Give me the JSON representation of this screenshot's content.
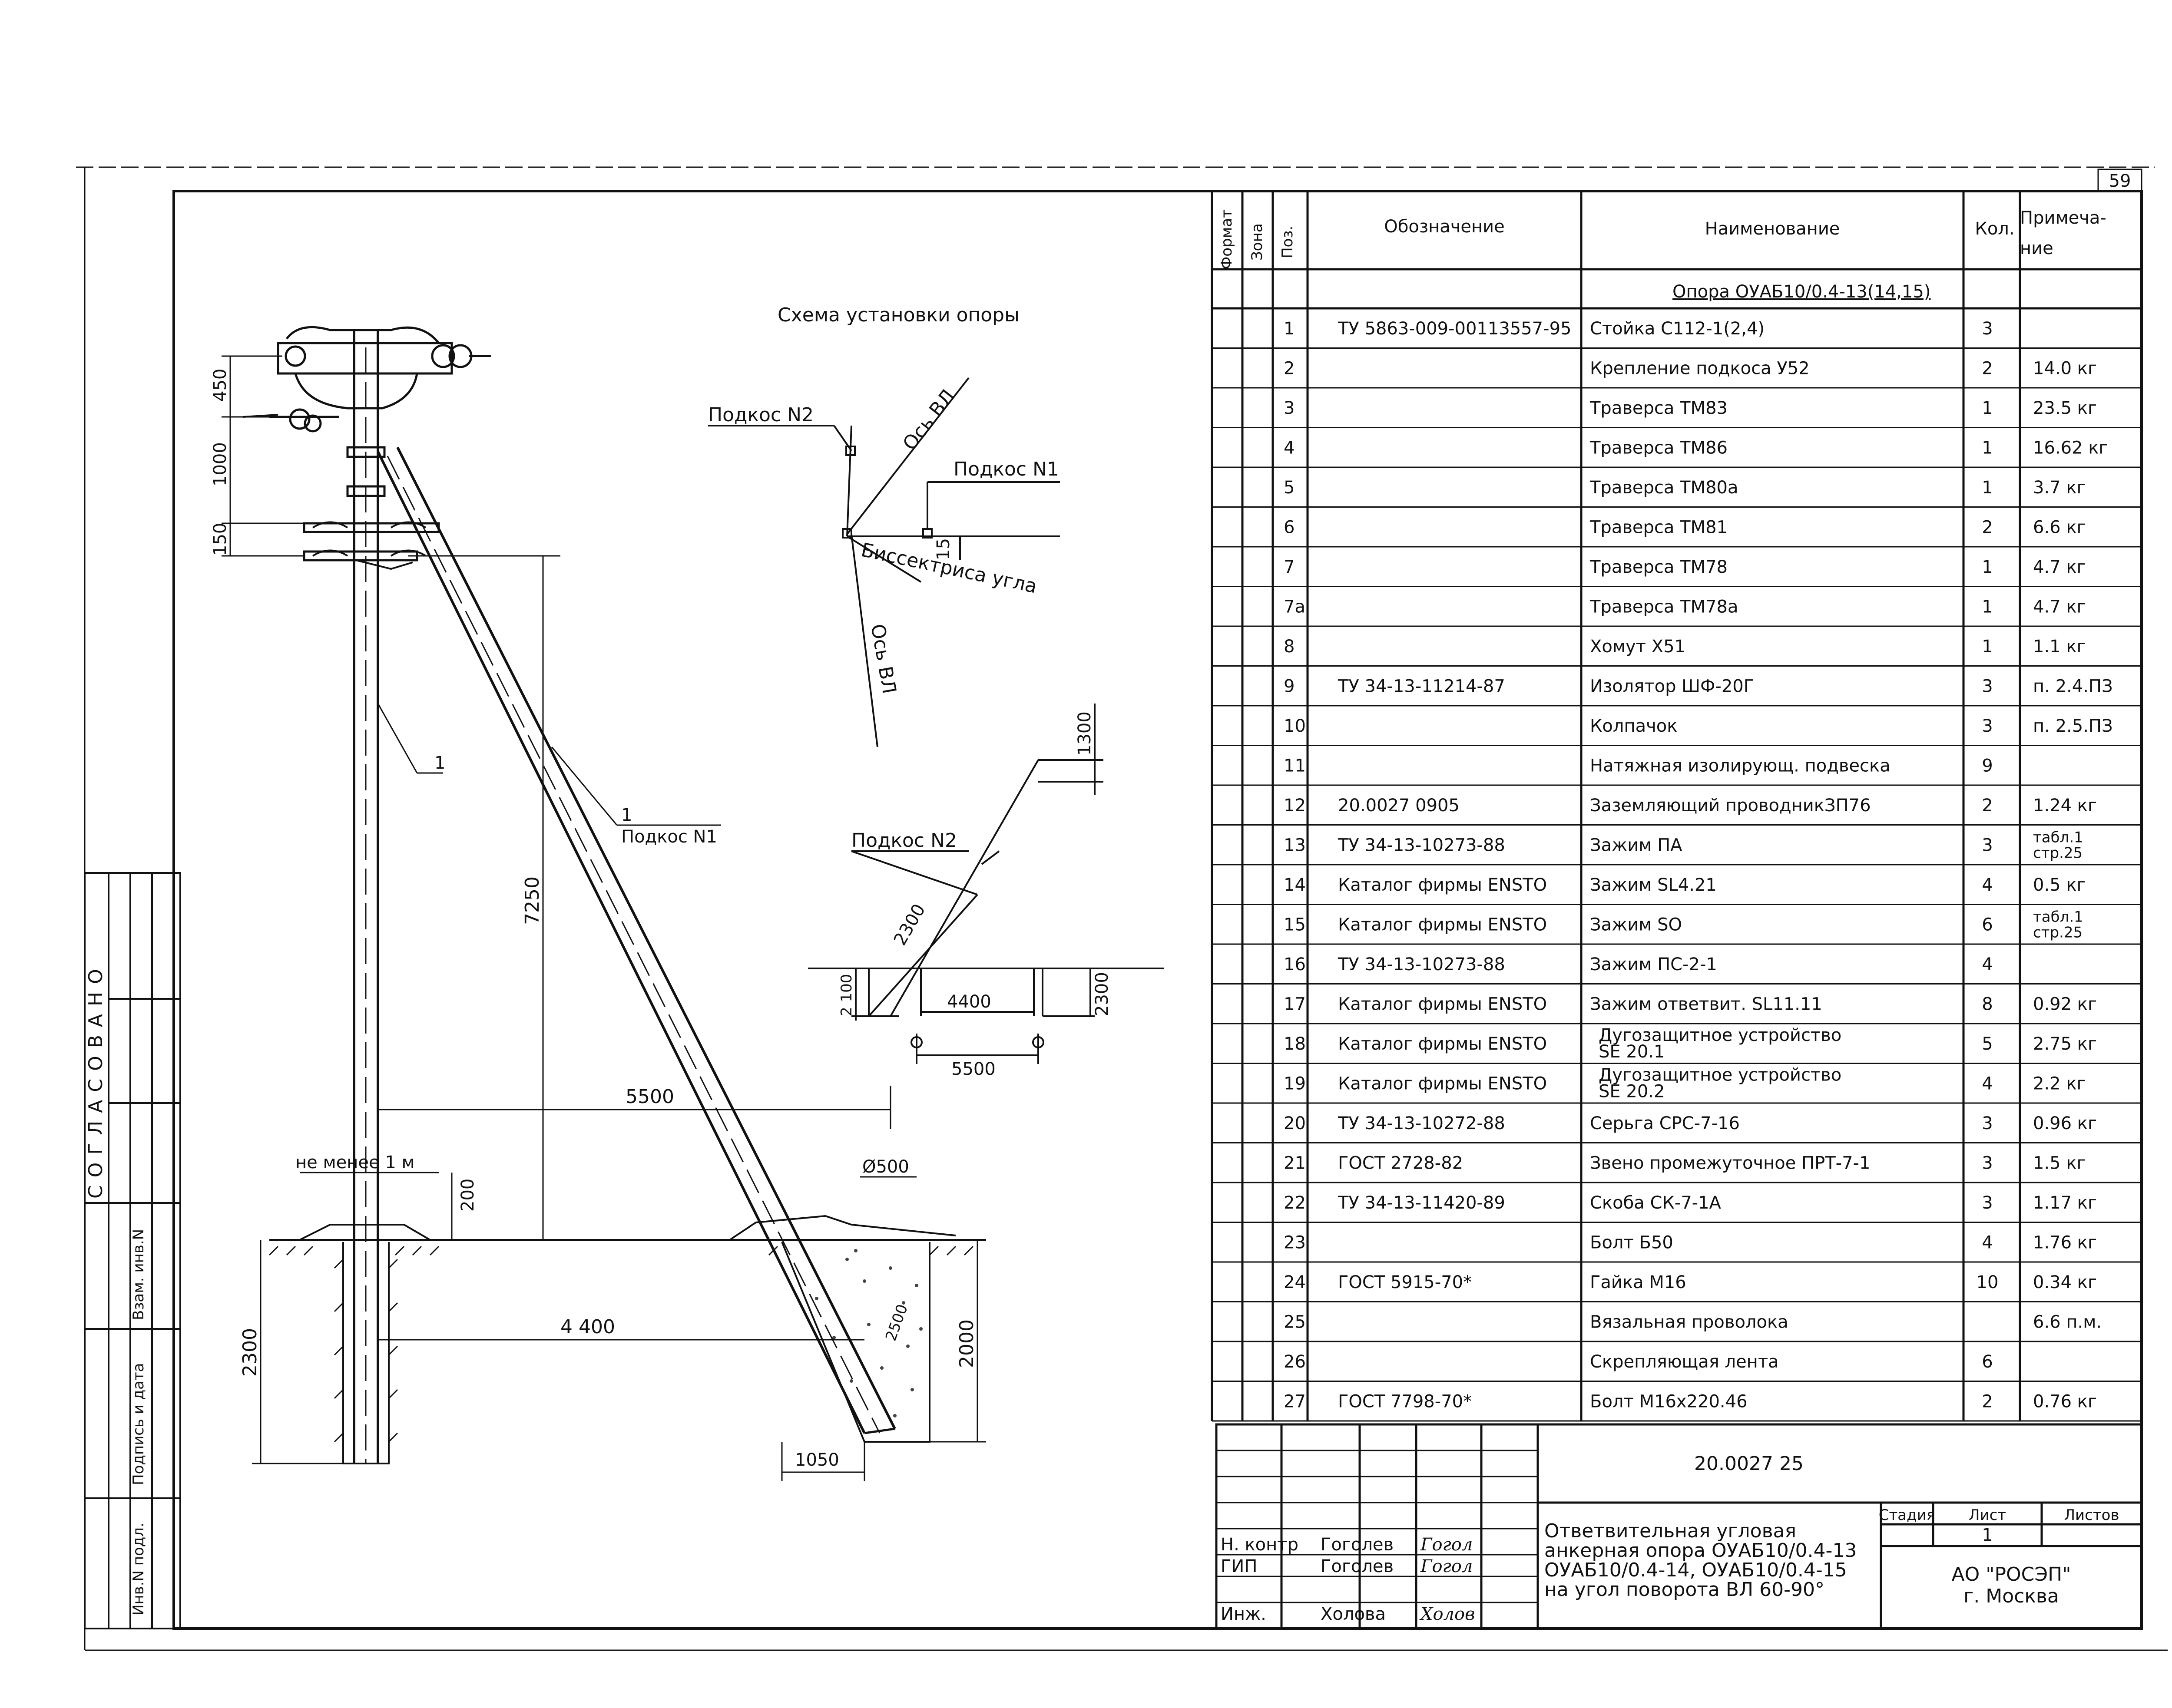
{
  "sheet_number": "59",
  "scheme_title": "Схема установки опоры",
  "labels": {
    "brace_n2": "Подкос N2",
    "brace_n1": "Подкос N1",
    "axis_vl": "Ось ВЛ",
    "bisector": "Биссектриса угла",
    "angle_val": "15",
    "post_ref": "1",
    "brace_ref": "1",
    "not_less": "не менее 1 м",
    "diameter": "Ø500"
  },
  "dimensions": {
    "d450": "450",
    "d1000": "1000",
    "d150": "150",
    "d7250": "7250",
    "d5500": "5500",
    "d200": "200",
    "d2300": "2300",
    "d4400": "4 400",
    "d2000": "2000",
    "d1050": "1050",
    "d2500": "2500",
    "s1300": "1300",
    "s2300": "2300",
    "s2100": "2 100",
    "s4400": "4400",
    "s2300b": "2300",
    "s5500": "5500"
  },
  "left_stamp": {
    "agreed": "СОГЛАСОВАНО",
    "inv_replace": "Взам. инв.N",
    "sign_date": "Подпись и дата",
    "inv_orig": "Инв.N подл."
  },
  "spec": {
    "headers": {
      "format": "Формат",
      "zone": "Зона",
      "pos": "Поз.",
      "designation": "Обозначение",
      "name": "Наименование",
      "qty": "Кол.",
      "note1": "Примеча-",
      "note2": "ние"
    },
    "group_title": "Опора ОУАБ10/0.4-13(14,15)",
    "rows": [
      {
        "pos": "1",
        "des": "ТУ 5863-009-00113557-95",
        "name": "Стойка С112-1(2,4)",
        "name2": "",
        "qty": "3",
        "note": "",
        "note2": ""
      },
      {
        "pos": "2",
        "des": "",
        "name": "Крепление подкоса У52",
        "name2": "",
        "qty": "2",
        "note": "14.0 кг",
        "note2": ""
      },
      {
        "pos": "3",
        "des": "",
        "name": "Траверса ТМ83",
        "name2": "",
        "qty": "1",
        "note": "23.5 кг",
        "note2": ""
      },
      {
        "pos": "4",
        "des": "",
        "name": "Траверса ТМ86",
        "name2": "",
        "qty": "1",
        "note": "16.62 кг",
        "note2": ""
      },
      {
        "pos": "5",
        "des": "",
        "name": "Траверса ТМ80а",
        "name2": "",
        "qty": "1",
        "note": "3.7 кг",
        "note2": ""
      },
      {
        "pos": "6",
        "des": "",
        "name": "Траверса ТМ81",
        "name2": "",
        "qty": "2",
        "note": "6.6 кг",
        "note2": ""
      },
      {
        "pos": "7",
        "des": "",
        "name": "Траверса ТМ78",
        "name2": "",
        "qty": "1",
        "note": "4.7 кг",
        "note2": ""
      },
      {
        "pos": "7а",
        "des": "",
        "name": "Траверса ТМ78а",
        "name2": "",
        "qty": "1",
        "note": "4.7 кг",
        "note2": ""
      },
      {
        "pos": "8",
        "des": "",
        "name": "Хомут Х51",
        "name2": "",
        "qty": "1",
        "note": "1.1 кг",
        "note2": ""
      },
      {
        "pos": "9",
        "des": "ТУ 34-13-11214-87",
        "name": "Изолятор ШФ-20Г",
        "name2": "",
        "qty": "3",
        "note": "п. 2.4.ПЗ",
        "note2": ""
      },
      {
        "pos": "10",
        "des": "",
        "name": "Колпачок",
        "name2": "",
        "qty": "3",
        "note": "п. 2.5.ПЗ",
        "note2": ""
      },
      {
        "pos": "11",
        "des": "",
        "name": "Натяжная изолирующ. подвеска",
        "name2": "",
        "qty": "9",
        "note": "",
        "note2": ""
      },
      {
        "pos": "12",
        "des": "20.0027 0905",
        "name": "Заземляющий проводникЗП76",
        "name2": "",
        "qty": "2",
        "note": "1.24 кг",
        "note2": ""
      },
      {
        "pos": "13",
        "des": "ТУ 34-13-10273-88",
        "name": "Зажим ПА",
        "name2": "",
        "qty": "3",
        "note": "табл.1",
        "note2": "стр.25"
      },
      {
        "pos": "14",
        "des": "Каталог фирмы ENSTO",
        "name": "Зажим SL4.21",
        "name2": "",
        "qty": "4",
        "note": "0.5 кг",
        "note2": ""
      },
      {
        "pos": "15",
        "des": "Каталог фирмы ENSTO",
        "name": "Зажим SO",
        "name2": "",
        "qty": "6",
        "note": "табл.1",
        "note2": "стр.25"
      },
      {
        "pos": "16",
        "des": "ТУ 34-13-10273-88",
        "name": "Зажим ПС-2-1",
        "name2": "",
        "qty": "4",
        "note": "",
        "note2": ""
      },
      {
        "pos": "17",
        "des": "Каталог фирмы ENSTO",
        "name": "Зажим ответвит. SL11.11",
        "name2": "",
        "qty": "8",
        "note": "0.92 кг",
        "note2": ""
      },
      {
        "pos": "18",
        "des": "Каталог фирмы ENSTO",
        "name": "Дугозащитное устройство",
        "name2": "SE 20.1",
        "qty": "5",
        "note": "2.75 кг",
        "note2": ""
      },
      {
        "pos": "19",
        "des": "Каталог фирмы ENSTO",
        "name": "Дугозащитное устройство",
        "name2": "SE 20.2",
        "qty": "4",
        "note": "2.2 кг",
        "note2": ""
      },
      {
        "pos": "20",
        "des": "ТУ 34-13-10272-88",
        "name": "Серьга СРС-7-16",
        "name2": "",
        "qty": "3",
        "note": "0.96 кг",
        "note2": ""
      },
      {
        "pos": "21",
        "des": "ГОСТ 2728-82",
        "name": "Звено промежуточное ПРТ-7-1",
        "name2": "",
        "qty": "3",
        "note": "1.5 кг",
        "note2": ""
      },
      {
        "pos": "22",
        "des": "ТУ 34-13-11420-89",
        "name": "Скоба СК-7-1А",
        "name2": "",
        "qty": "3",
        "note": "1.17 кг",
        "note2": ""
      },
      {
        "pos": "23",
        "des": "",
        "name": "Болт Б50",
        "name2": "",
        "qty": "4",
        "note": "1.76 кг",
        "note2": ""
      },
      {
        "pos": "24",
        "des": "ГОСТ 5915-70*",
        "name": "Гайка М16",
        "name2": "",
        "qty": "10",
        "note": "0.34 кг",
        "note2": ""
      },
      {
        "pos": "25",
        "des": "",
        "name": "Вязальная проволока",
        "name2": "",
        "qty": "",
        "note": "6.6 п.м.",
        "note2": ""
      },
      {
        "pos": "26",
        "des": "",
        "name": "Скрепляющая лента",
        "name2": "",
        "qty": "6",
        "note": "",
        "note2": ""
      },
      {
        "pos": "27",
        "des": "ГОСТ 7798-70*",
        "name": "Болт М16х220.46",
        "name2": "",
        "qty": "2",
        "note": "0.76 кг",
        "note2": ""
      }
    ]
  },
  "title_block": {
    "doc_code": "20.0027 25",
    "title_lines": [
      "Ответвительная угловая",
      "анкерная опора ОУАБ10/0.4-13",
      "ОУАБ10/0.4-14, ОУАБ10/0.4-15",
      "на угол поворота ВЛ 60-90°"
    ],
    "stage_label": "Стадия",
    "sheet_label": "Лист",
    "sheets_label": "Листов",
    "sheet_value": "1",
    "org_line1": "АО \"РОСЭП\"",
    "org_line2": "г. Москва",
    "people": [
      {
        "role": "Н. контр",
        "name": "Гоголев",
        "sign": "Гогол"
      },
      {
        "role": "ГИП",
        "name": "Гоголев",
        "sign": "Гогол"
      },
      {
        "role": "Инж.",
        "name": "Холова",
        "sign": "Холов"
      }
    ]
  }
}
